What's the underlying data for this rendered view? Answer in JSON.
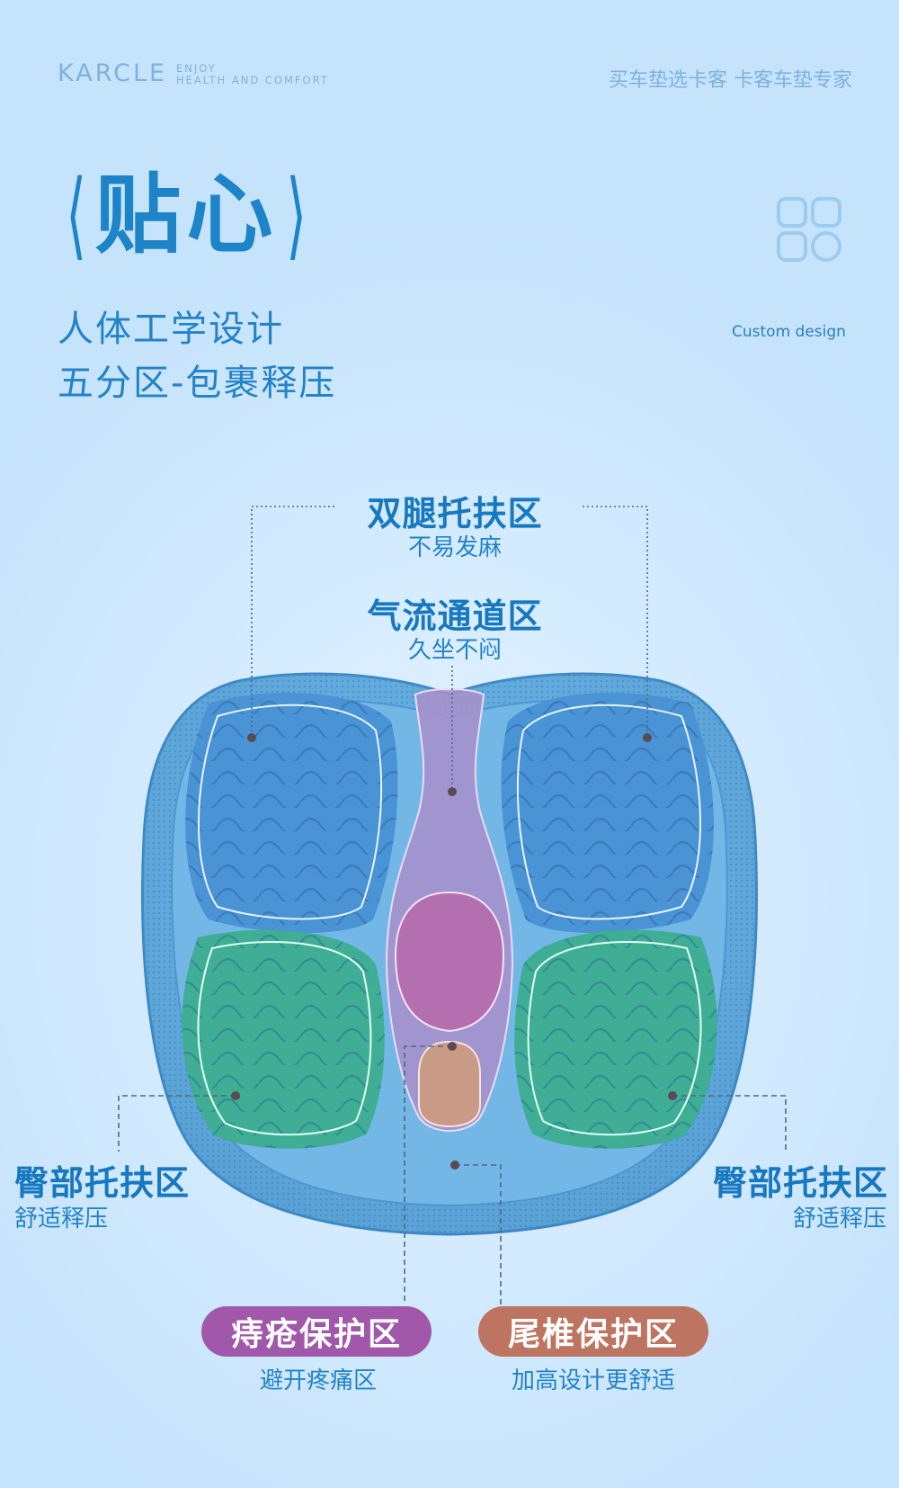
{
  "brand": {
    "logo": "KARCLE",
    "tagline_1": "ENJOY",
    "tagline_2": "HEALTH AND COMFORT",
    "slogan": "买车垫选卡客 卡客车垫专家"
  },
  "heading": {
    "bracket_left": "⟨",
    "title": "贴心",
    "bracket_right": "⟩",
    "line_1": "人体工学设计",
    "line_2": "五分区-包裹释压",
    "custom_design": "Custom design"
  },
  "zones": {
    "legs": {
      "title": "双腿托扶区",
      "subtitle": "不易发麻"
    },
    "airflow": {
      "title": "气流通道区",
      "subtitle": "久坐不闷"
    },
    "hip_left": {
      "title": "臀部托扶区",
      "subtitle": "舒适释压"
    },
    "hip_right": {
      "title": "臀部托扶区",
      "subtitle": "舒适释压"
    },
    "hemorrhoid": {
      "title": "痔疮保护区",
      "subtitle": "避开疼痛区"
    },
    "tailbone": {
      "title": "尾椎保护区",
      "subtitle": "加高设计更舒适"
    }
  },
  "colors": {
    "accent_blue": "#1d84c8",
    "cushion_mesh": "#5aa6d8",
    "leg_zone": "#4a93d4",
    "hip_zone": "#3fae94",
    "airflow_zone": "#a98fcb",
    "hemorrhoid_zone": "#b36fb0",
    "tailbone_zone": "#c99a85",
    "hemorrhoid_pill": "#a158aa",
    "tailbone_pill": "#bd7460"
  },
  "icons": {
    "grid": "grid-squares-icon"
  }
}
